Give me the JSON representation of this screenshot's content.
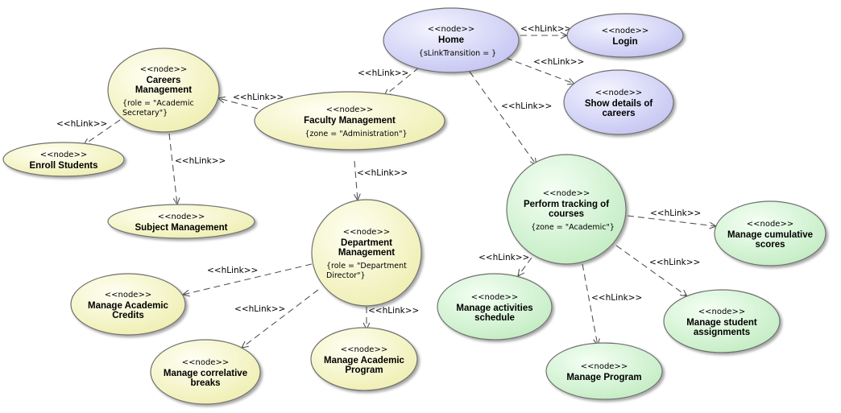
{
  "stereotype": "<<node>>",
  "edge_stereotype": "<<hLink>>",
  "colors": {
    "yellow_light": "#fffff4",
    "yellow_dark": "#eeeeb0",
    "blue_light": "#f4f4ff",
    "blue_dark": "#c4c4f2",
    "green_light": "#f4fff4",
    "green_dark": "#c2ecc2",
    "stroke": "#707070",
    "line": "#555555"
  },
  "nodes": {
    "home": {
      "title": [
        "Home"
      ],
      "constraint": [
        "{sLinkTransition = }"
      ]
    },
    "login": {
      "title": [
        "Login"
      ],
      "constraint": []
    },
    "show_details": {
      "title": [
        "Show details of",
        "careers"
      ],
      "constraint": []
    },
    "careers": {
      "title": [
        "Careers",
        "Management"
      ],
      "constraint": [
        "{role = \"Academic",
        "Secretary\"}"
      ]
    },
    "enroll": {
      "title": [
        "Enroll Students"
      ],
      "constraint": []
    },
    "subject": {
      "title": [
        "Subject Management"
      ],
      "constraint": []
    },
    "faculty": {
      "title": [
        "Faculty Management"
      ],
      "constraint": [
        "{zone = \"Administration\"}"
      ]
    },
    "department": {
      "title": [
        "Department",
        "Management"
      ],
      "constraint": [
        "{role = \"Department",
        "Director\"}"
      ]
    },
    "credits": {
      "title": [
        "Manage Academic",
        "Credits"
      ],
      "constraint": []
    },
    "correlative": {
      "title": [
        "Manage correlative",
        "breaks"
      ],
      "constraint": []
    },
    "acad_program": {
      "title": [
        "Manage Academic",
        "Program"
      ],
      "constraint": []
    },
    "tracking": {
      "title": [
        "Perform tracking of",
        "courses"
      ],
      "constraint": [
        "{zone = \"Academic\"}"
      ]
    },
    "cumulative": {
      "title": [
        "Manage cumulative",
        "scores"
      ],
      "constraint": []
    },
    "activities": {
      "title": [
        "Manage activities",
        "schedule"
      ],
      "constraint": []
    },
    "program": {
      "title": [
        "Manage Program"
      ],
      "constraint": []
    },
    "student_assign": {
      "title": [
        "Manage student",
        "assignments"
      ],
      "constraint": []
    }
  },
  "edges": [
    {
      "from": "home",
      "to": "login"
    },
    {
      "from": "home",
      "to": "show_details"
    },
    {
      "from": "home",
      "to": "faculty"
    },
    {
      "from": "home",
      "to": "tracking"
    },
    {
      "from": "faculty",
      "to": "careers"
    },
    {
      "from": "faculty",
      "to": "department"
    },
    {
      "from": "careers",
      "to": "enroll"
    },
    {
      "from": "careers",
      "to": "subject"
    },
    {
      "from": "department",
      "to": "credits"
    },
    {
      "from": "department",
      "to": "correlative"
    },
    {
      "from": "department",
      "to": "acad_program"
    },
    {
      "from": "tracking",
      "to": "cumulative"
    },
    {
      "from": "tracking",
      "to": "activities"
    },
    {
      "from": "tracking",
      "to": "program"
    },
    {
      "from": "tracking",
      "to": "student_assign"
    }
  ]
}
